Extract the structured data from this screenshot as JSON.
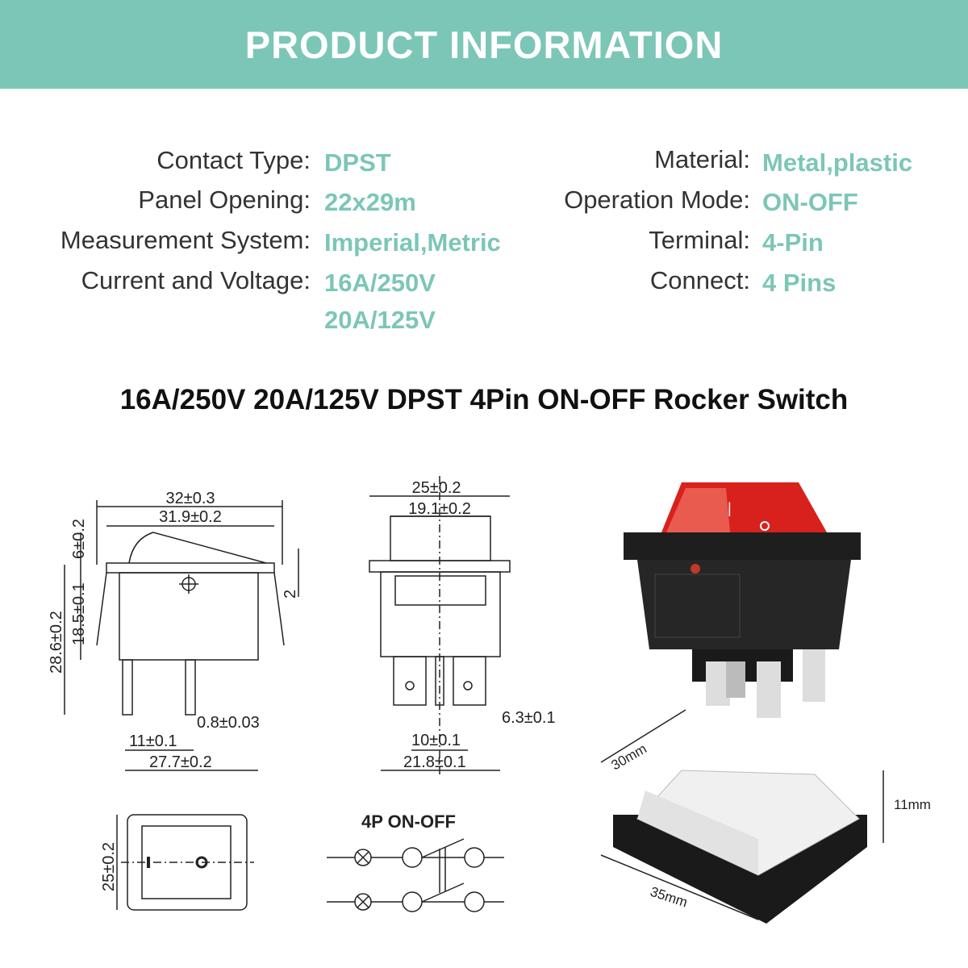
{
  "header": {
    "title": "PRODUCT INFORMATION"
  },
  "specs_left": [
    {
      "label": "Contact Type:",
      "value": "DPST"
    },
    {
      "label": "Panel  Opening:",
      "value": "22x29m"
    },
    {
      "label": "Measurement System:",
      "value": "Imperial,Metric"
    },
    {
      "label": "Current and Voltage:",
      "value": "16A/250V",
      "value2": "20A/125V"
    }
  ],
  "specs_right": [
    {
      "label": "Material:",
      "value": "Metal,plastic"
    },
    {
      "label": "Operation Mode:",
      "value": "ON-OFF"
    },
    {
      "label": "Terminal:",
      "value": "4-Pin"
    },
    {
      "label": "Connect:",
      "value": "4 Pins"
    }
  ],
  "subtitle": "16A/250V 20A/125V DPST 4Pin ON-OFF Rocker Switch",
  "side_view": {
    "d1": "32±0.3",
    "d2": "31.9±0.2",
    "d3": "6±0.2",
    "d4": "18.5±0.1",
    "d5": "28.6±0.2",
    "d6": "2",
    "d7": "0.8±0.03",
    "d8": "11±0.1",
    "d9": "27.7±0.2"
  },
  "front_view": {
    "d1": "25±0.2",
    "d2": "19.1±0.2",
    "d3": "6.3±0.1",
    "d4": "10±0.1",
    "d5": "21.8±0.1"
  },
  "top_view": {
    "d1": "25±0.2"
  },
  "schematic": {
    "title": "4P  ON-OFF"
  },
  "cover": {
    "d1": "30mm",
    "d2": "11mm",
    "d3": "35mm"
  },
  "colors": {
    "accent": "#7cc6b7",
    "rocker": "#d8211c"
  }
}
